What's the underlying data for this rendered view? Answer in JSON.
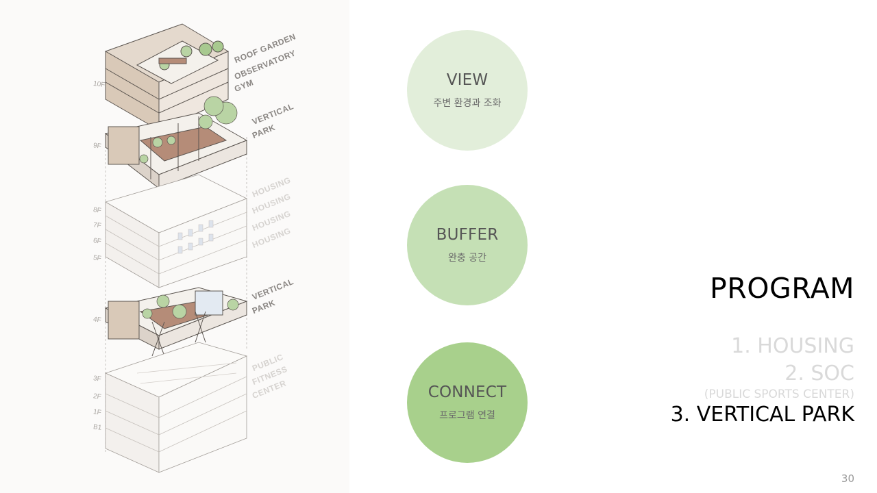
{
  "diagram": {
    "floor_labels": [
      "10F",
      "9F",
      "8F",
      "7F",
      "6F",
      "5F",
      "4F",
      "3F",
      "2F",
      "1F",
      "B1"
    ],
    "zones": [
      {
        "lines": [
          "ROOF GARDEN",
          "OBSERVATORY",
          "GYM"
        ],
        "tone": "dark"
      },
      {
        "lines": [
          "VERTICAL",
          "PARK"
        ],
        "tone": "dark"
      },
      {
        "lines": [
          "HOUSING",
          "HOUSING",
          "HOUSING",
          "HOUSING"
        ],
        "tone": "light"
      },
      {
        "lines": [
          "VERTICAL",
          "PARK"
        ],
        "tone": "dark"
      },
      {
        "lines": [
          "PUBLIC",
          "FITNESS",
          "CENTER"
        ],
        "tone": "light"
      }
    ]
  },
  "circles": [
    {
      "title": "VIEW",
      "subtitle": "주변 환경과 조화",
      "color": "#e2eeda"
    },
    {
      "title": "BUFFER",
      "subtitle": "완충 공간",
      "color": "#c5e0b5"
    },
    {
      "title": "CONNECT",
      "subtitle": "프로그램 연결",
      "color": "#a8d08c"
    }
  ],
  "program": {
    "title": "PROGRAM",
    "items": [
      {
        "label": "1. HOUSING",
        "active": false
      },
      {
        "label": "2. SOC",
        "active": false
      },
      {
        "label": "(PUBLIC SPORTS CENTER)",
        "active": false
      },
      {
        "label": "3. VERTICAL PARK",
        "active": true
      }
    ]
  },
  "page_number": "30"
}
